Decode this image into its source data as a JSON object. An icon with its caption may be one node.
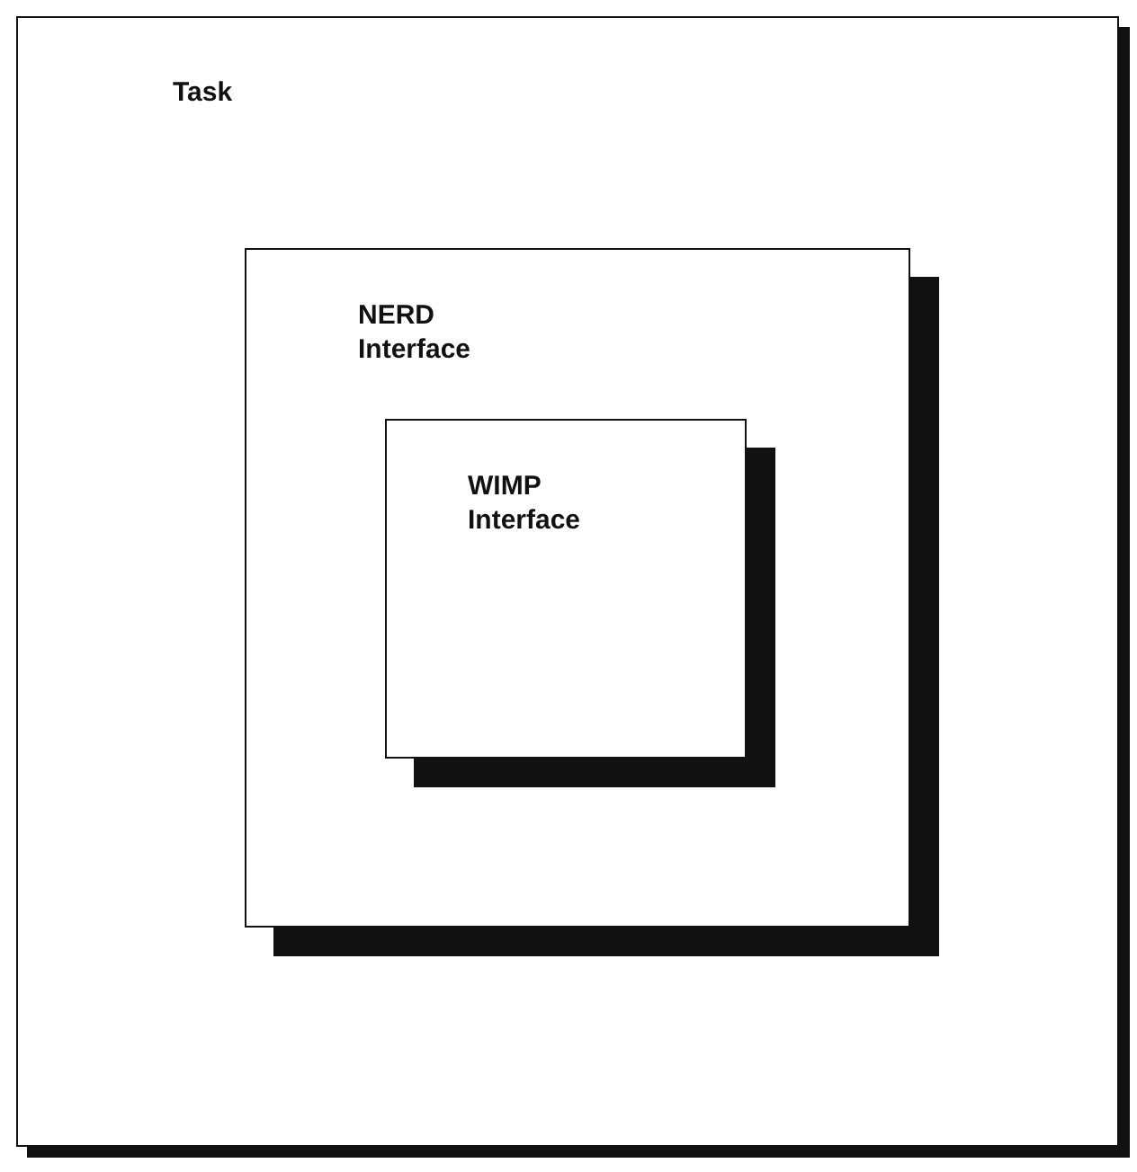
{
  "diagram": {
    "nodes": [
      {
        "text": [
          "Task"
        ]
      },
      {
        "text": [
          "NERD Interface"
        ],
        "in": 0
      },
      {
        "text": [
          "WIMP Interface"
        ],
        "in": 1
      }
    ]
  }
}
